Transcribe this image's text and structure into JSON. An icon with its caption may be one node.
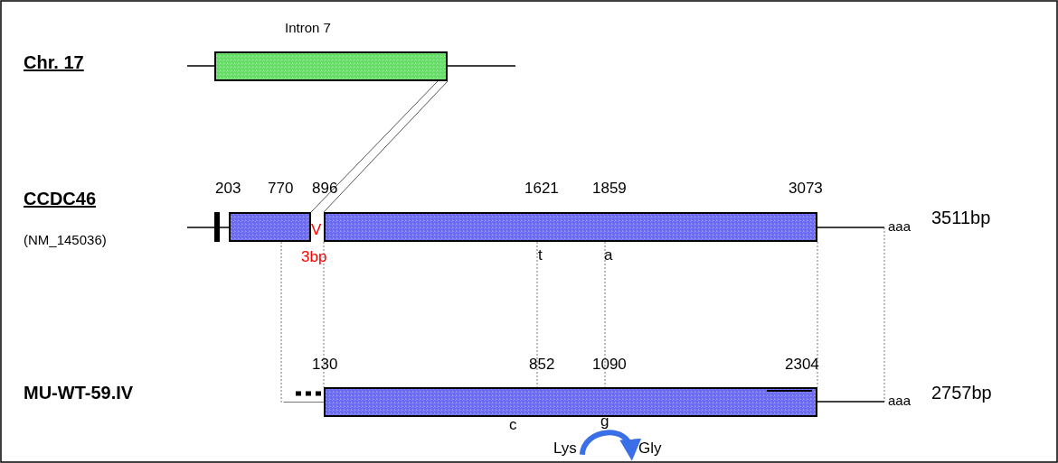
{
  "diagram": {
    "nodes": [
      {
        "text": [
          "Intron 7"
        ]
      },
      {
        "text": [],
        "shape": "box"
      },
      {
        "text": [],
        "shape": "box",
        "beside": [
          "t",
          "a"
        ]
      },
      {
        "text": [],
        "shape": "box",
        "beside": [
          "c",
          "g"
        ]
      },
      {
        "text": [
          "Lys"
        ]
      },
      {
        "text": [
          "Gly"
        ]
      }
    ],
    "edges": [
      {
        "from": 4,
        "to": 5,
        "arrow": "to",
        "style": "thick",
        "color": "#3b6fe8"
      },
      {
        "from": 0,
        "to": 1,
        "arrow": "none"
      },
      {
        "from": 0,
        "to": 2,
        "arrow": "none"
      },
      {
        "from": 1,
        "to": 3,
        "arrow": "none",
        "style": "dashed"
      },
      {
        "from": 2,
        "to": 3,
        "arrow": "none",
        "style": "dashed"
      },
      {
        "from": 2,
        "to": 3,
        "arrow": "none",
        "style": "dashed"
      },
      {
        "from": 2,
        "to": 3,
        "arrow": "none",
        "style": "dashed"
      },
      {
        "from": 2,
        "to": 3,
        "arrow": "none",
        "style": "dashed"
      }
    ],
    "labels": [
      "Chr. 17",
      "203",
      "770",
      "896",
      "1621",
      "1859",
      "3073",
      "CCDC46",
      "3511bp",
      "aaa",
      "(NM_145036)",
      "V",
      "3bp",
      "130",
      "852",
      "1090",
      "2304",
      "MU-WT-59.IV",
      "aaa",
      "2757bp"
    ]
  }
}
